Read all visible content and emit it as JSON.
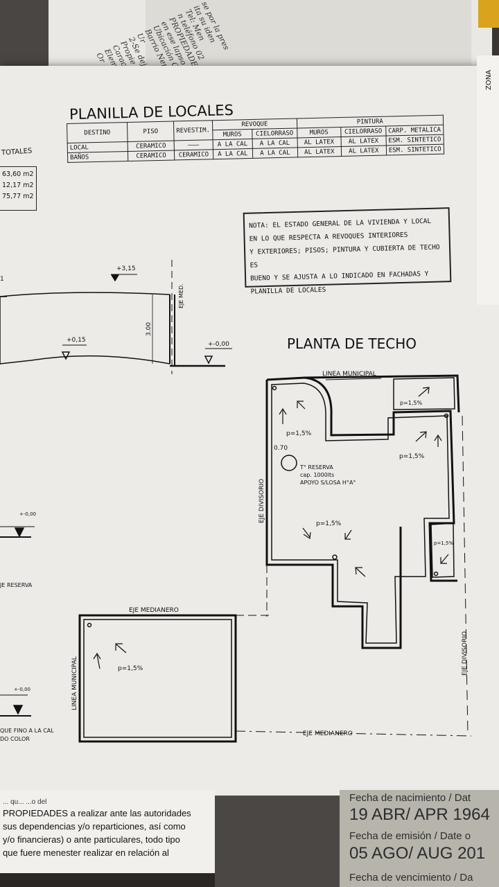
{
  "header_papers": {
    "rotated_lines": [
      "se por la pres",
      "ita su iden",
      "Tel: Men",
      "n teléfono 02",
      "PROPIEDADES re",
      "en ese lapso, se",
      "Ubicación Cerr",
      "Barrio Nepe",
      "Ur",
      "2-Se deja",
      "Propie",
      "Carac",
      "Elem",
      "Or"
    ],
    "side_tab": "ZONA"
  },
  "planilla": {
    "title": "PLANILLA DE LOCALES",
    "headers": {
      "destino": "DESTINO",
      "piso": "PISO",
      "revestim": "REVESTIM.",
      "revoque": "REVOQUE",
      "muros": "MUROS",
      "cielorraso": "CIELORRASO",
      "pintura": "PINTURA",
      "muros2": "MUROS",
      "cielorraso2": "CIELORRASO",
      "carp": "CARP. METALICA"
    },
    "rows": [
      {
        "destino": "LOCAL",
        "piso": "CERAMICO",
        "revestim": "———",
        "rev_muros": "A LA CAL",
        "rev_cielo": "A LA CAL",
        "pin_muros": "AL LATEX",
        "pin_cielo": "AL LATEX",
        "carp": "ESM. SINTETICO"
      },
      {
        "destino": "BAÑOS",
        "piso": "CERAMICO",
        "revestim": "CERAMICO",
        "rev_muros": "A LA CAL",
        "rev_cielo": "A LA CAL",
        "pin_muros": "AL LATEX",
        "pin_cielo": "AL LATEX",
        "carp": "ESM. SINTETICO"
      }
    ]
  },
  "totales": {
    "label": "TOTALES",
    "values": [
      "63,60 m2",
      "12,17 m2",
      "75,77 m2"
    ]
  },
  "note": {
    "lines": [
      "NOTA: EL ESTADO GENERAL DE LA VIVIENDA Y LOCAL",
      "EN LO QUE  RESPECTA A REVOQUES INTERIORES",
      "Y EXTERIORES; PISOS; PINTURA Y CUBIERTA DE TECHO ES",
      "BUENO Y SE AJUSTA A LO INDICADO EN FACHADAS Y",
      "PLANILLA DE LOCALES"
    ]
  },
  "section": {
    "level_top": "+3,15",
    "level_mid": "+0,15",
    "level_floor": "+-0,00",
    "height": "3.00",
    "eje_med": "EJE MED.",
    "left_edge_1": "1",
    "left_level_a": "+-0,00",
    "left_level_b": "+-0,00",
    "left_reserva": "JE RESERVA",
    "left_note_1": "QUE FINO A LA CAL",
    "left_note_2": "DO COLOR"
  },
  "planta": {
    "title": "PLANTA DE TECHO",
    "linea_municipal_top": "LINEA MUNICIPAL",
    "linea_municipal_left": "LINEA MUNICIPAL",
    "eje_divisorio_1": "EJE DIVISORIO",
    "eje_divisorio_2": "EJE DIVISORIO",
    "eje_medianero_1": "EJE MEDIANERO",
    "eje_medianero_2": "EJE MEDIANERO",
    "slopes": [
      "p=1,5%",
      "p=1,5%",
      "p=1,5%",
      "p=1,5%",
      "p=1,5%",
      "p=1,5%"
    ],
    "dim_070": "0.70",
    "tanque_1": "T° RESERVA",
    "tanque_2": "cap. 1000lts",
    "tanque_3": "APOYO S/LOSA H°A°"
  },
  "bottom_doc": {
    "line0": "... qu...                              ...o del",
    "line1": "PROPIEDADES a realizar ante las autoridades",
    "line2": "sus dependencias y/o reparticiones, así como",
    "line3": "y/o financieras) o ante particulares, todo tipo",
    "line4": "que fuere menester realizar en relación al"
  },
  "id_card": {
    "birth_label": "Fecha de nacimiento / Dat",
    "birth_value": "19 ABR/ APR 1964",
    "issue_label": "Fecha de emisión / Date o",
    "issue_value": "05 AGO/ AUG 201",
    "expiry_label": "Fecha de vencimiento / Da"
  }
}
